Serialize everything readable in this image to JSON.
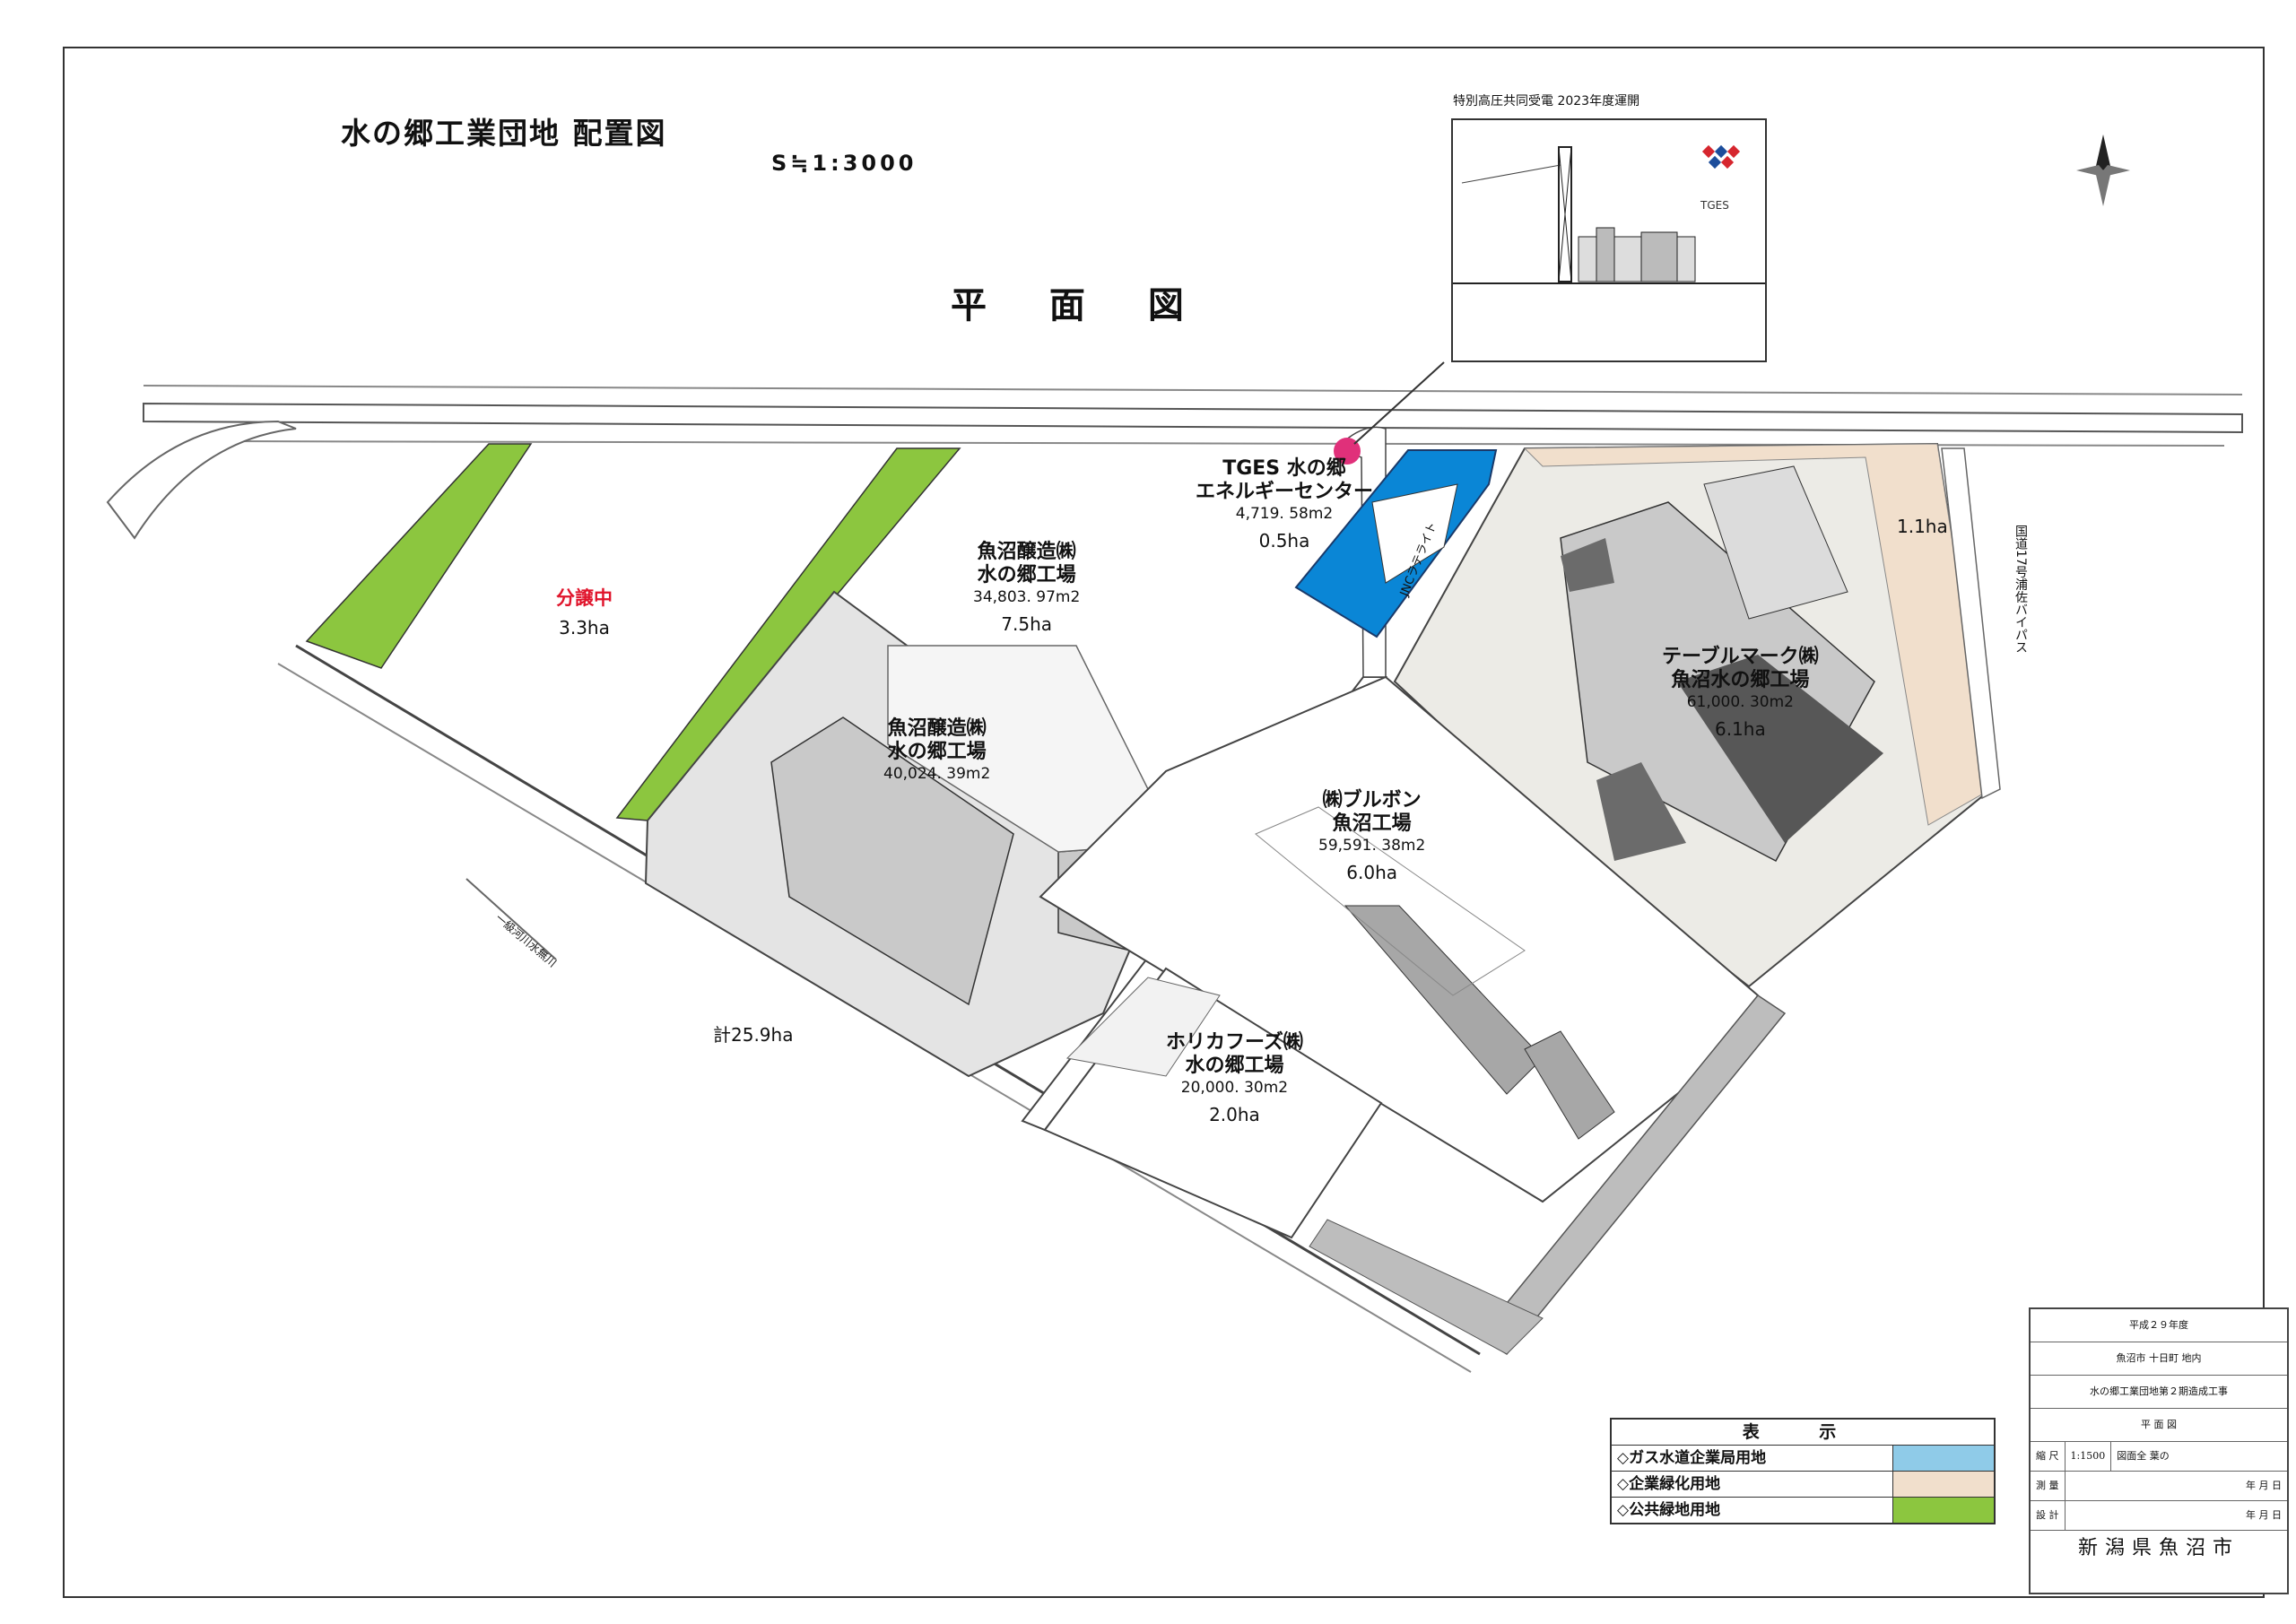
{
  "title": "水の郷工業団地 配置図",
  "scale": "S≒1:3000",
  "plan_title": "平 面 図",
  "inset": {
    "caption": "特別高圧共同受電 2023年度運開",
    "logo_text": "TGES"
  },
  "colors": {
    "gas_water": "#8fcbe8",
    "corporate_green": "#f1dfcc",
    "public_green": "#8cc63f",
    "tges_blue": "#0a86d6",
    "building_gray": "#c9c9c9",
    "pink_marker": "#e0307a"
  },
  "parcels": {
    "for_sale": {
      "status": "分譲中",
      "area": "3.3ha"
    },
    "uonuma_brewery_north": {
      "name": "魚沼醸造㈱",
      "sub": "水の郷工場",
      "m2": "34,803. 97m2",
      "ha": "7.5ha"
    },
    "uonuma_brewery_south": {
      "name": "魚沼醸造㈱",
      "sub": "水の郷工場",
      "m2": "40,024. 39m2"
    },
    "tges": {
      "name": "TGES 水の郷",
      "sub": "エネルギーセンター",
      "m2": "4,719. 58m2",
      "ha": "0.5ha"
    },
    "road_label": "JNCラテライト",
    "tablemark": {
      "name": "テーブルマーク㈱",
      "sub": "魚沼水の郷工場",
      "m2": "61,000. 30m2",
      "ha": "6.1ha"
    },
    "bourbon": {
      "name": "㈱ブルボン",
      "sub": "魚沼工場",
      "m2": "59,591. 38m2",
      "ha": "6.0ha"
    },
    "horika": {
      "name": "ホリカフーズ㈱",
      "sub": "水の郷工場",
      "m2": "20,000. 30m2",
      "ha": "2.0ha"
    },
    "east_area": "1.1ha",
    "total": "計25.9ha",
    "bypass_label": "国道17号浦佐バイパス",
    "river_label": "一級河川水無川"
  },
  "legend": {
    "header": "表 示",
    "items": [
      {
        "label": "◇ガス水道企業局用地",
        "color": "#8fcbe8"
      },
      {
        "label": "◇企業緑化用地",
        "color": "#f1dfcc"
      },
      {
        "label": "◇公共緑地用地",
        "color": "#8cc63f"
      }
    ]
  },
  "title_block": {
    "year": "平成２９年度",
    "location": "魚沼市 十日町 地内",
    "project": "水の郷工業団地第２期造成工事",
    "sheet": "平 面 図",
    "scale_label": "縮 尺",
    "scale_value": "1:1500",
    "sheet_count": "図面全 葉の",
    "survey": "測 量",
    "design": "設 計",
    "date": "年 月 日",
    "date2": "年 月 日",
    "city": "新潟県魚沼市"
  }
}
